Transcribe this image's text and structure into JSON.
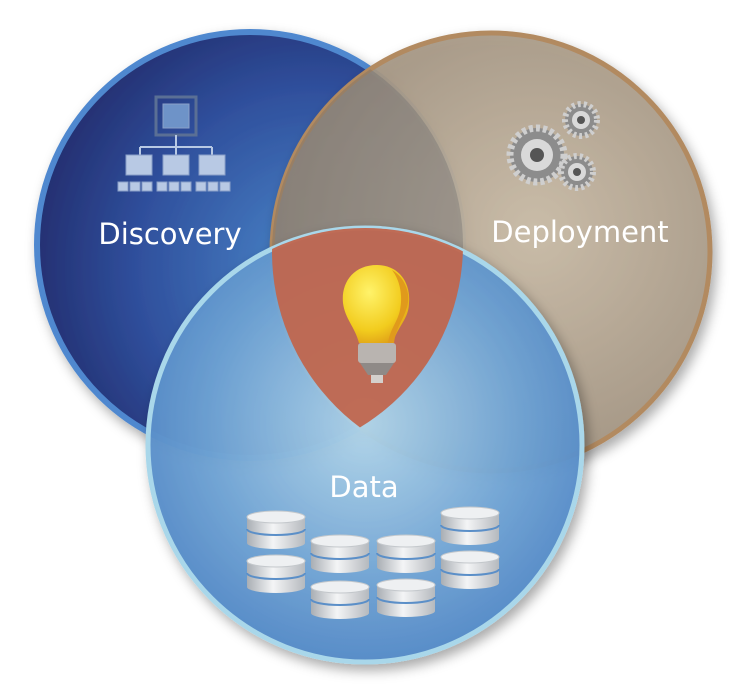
{
  "diagram": {
    "type": "venn",
    "sets": [
      {
        "label": "Discovery",
        "icon": "org-chart-icon",
        "color": "#2e3f8f"
      },
      {
        "label": "Deployment",
        "icon": "gears-icon",
        "color": "#a89886"
      },
      {
        "label": "Data",
        "icon": "database-icon",
        "color": "#5c93cf"
      }
    ],
    "center_icon": "lightbulb-icon",
    "center_color": "#c0664e"
  }
}
